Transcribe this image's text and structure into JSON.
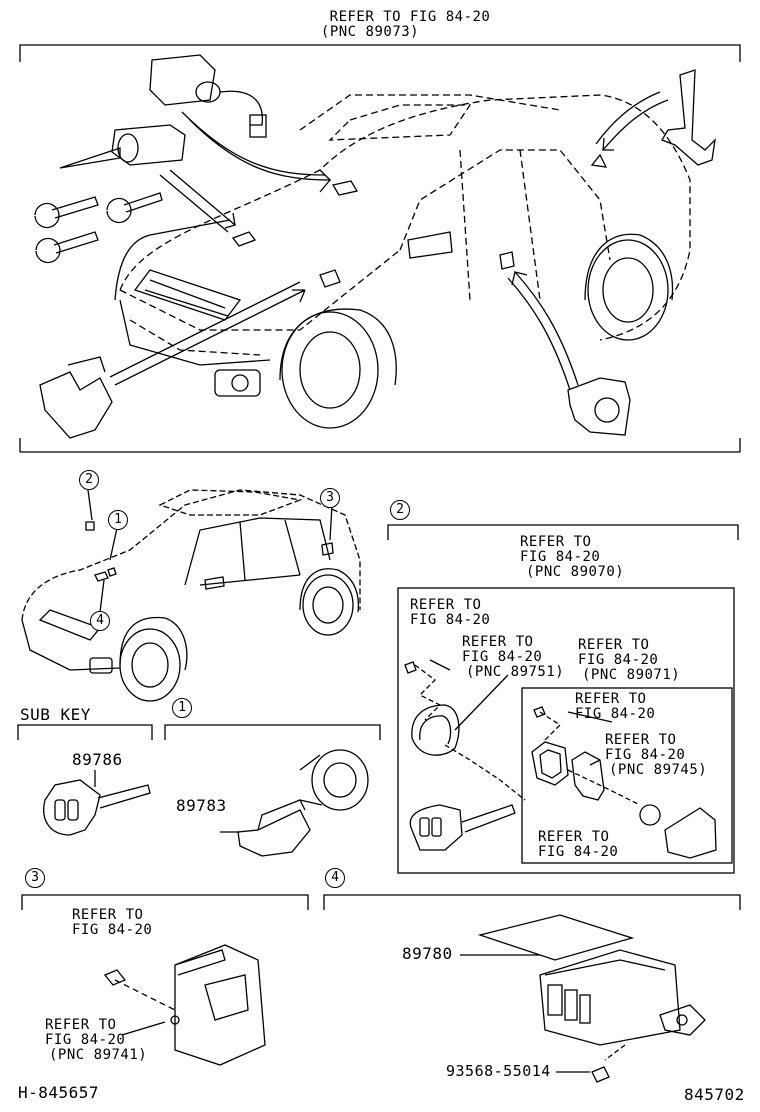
{
  "top_ref": {
    "line1": "REFER TO FIG 84-20",
    "line2": "(PNC 89073)"
  },
  "callouts": {
    "c1": "1",
    "c2": "2",
    "c3": "3",
    "c4": "4"
  },
  "sections": {
    "sub_key": {
      "title": "SUB KEY",
      "part": "89786"
    },
    "s1": {
      "num": "1",
      "part": "89783"
    },
    "s2": {
      "num": "2",
      "ref_main": {
        "l1": "REFER TO",
        "l2": "FIG 84-20",
        "l3": "(PNC 89070)"
      },
      "ref_a": {
        "l1": "REFER TO",
        "l2": "FIG 84-20"
      },
      "ref_b": {
        "l1": "REFER TO",
        "l2": "FIG 84-20",
        "l3": "(PNC 89751)"
      },
      "ref_c": {
        "l1": "REFER TO",
        "l2": "FIG 84-20",
        "l3": "(PNC 89071)"
      },
      "ref_d": {
        "l1": "REFER TO",
        "l2": "FIG 84-20"
      },
      "ref_e": {
        "l1": "REFER TO",
        "l2": "FIG 84-20",
        "l3": "(PNC 89745)"
      },
      "ref_f": {
        "l1": "REFER TO",
        "l2": "FIG 84-20"
      }
    },
    "s3": {
      "num": "3",
      "ref_a": {
        "l1": "REFER TO",
        "l2": "FIG 84-20"
      },
      "ref_b": {
        "l1": "REFER TO",
        "l2": "FIG 84-20",
        "l3": "(PNC 89741)"
      }
    },
    "s4": {
      "num": "4",
      "part_a": "89780",
      "part_b": "93568-55014"
    }
  },
  "footer": {
    "left": "H-845657",
    "right": "845702"
  }
}
